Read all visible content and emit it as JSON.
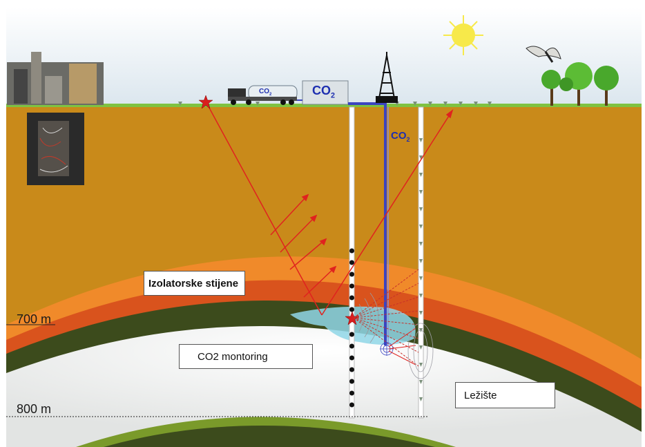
{
  "labels": {
    "cap_rock": "Izolatorske stijene",
    "monitoring": "CO2 montoring",
    "reservoir": "Ležište"
  },
  "depths": {
    "d700": "700 m",
    "d800": "800 m"
  },
  "co2": {
    "symbol": "CO",
    "subscript": "2"
  },
  "colors": {
    "sky_top": "#ffffff",
    "sky_bottom": "#dfe8ee",
    "grass": "#7fc241",
    "soil": "#c98a1a",
    "layer_orange": "#f08a2a",
    "layer_darkorange": "#d9531d",
    "layer_darkgreen": "#3a4a1a",
    "reservoir": "#eceeee",
    "co2_plume": "#8fd6e6",
    "co2_pipe": "#3b44c0",
    "seismic_ray": "#e0221f",
    "bottom_green": "#7a9a2a"
  }
}
